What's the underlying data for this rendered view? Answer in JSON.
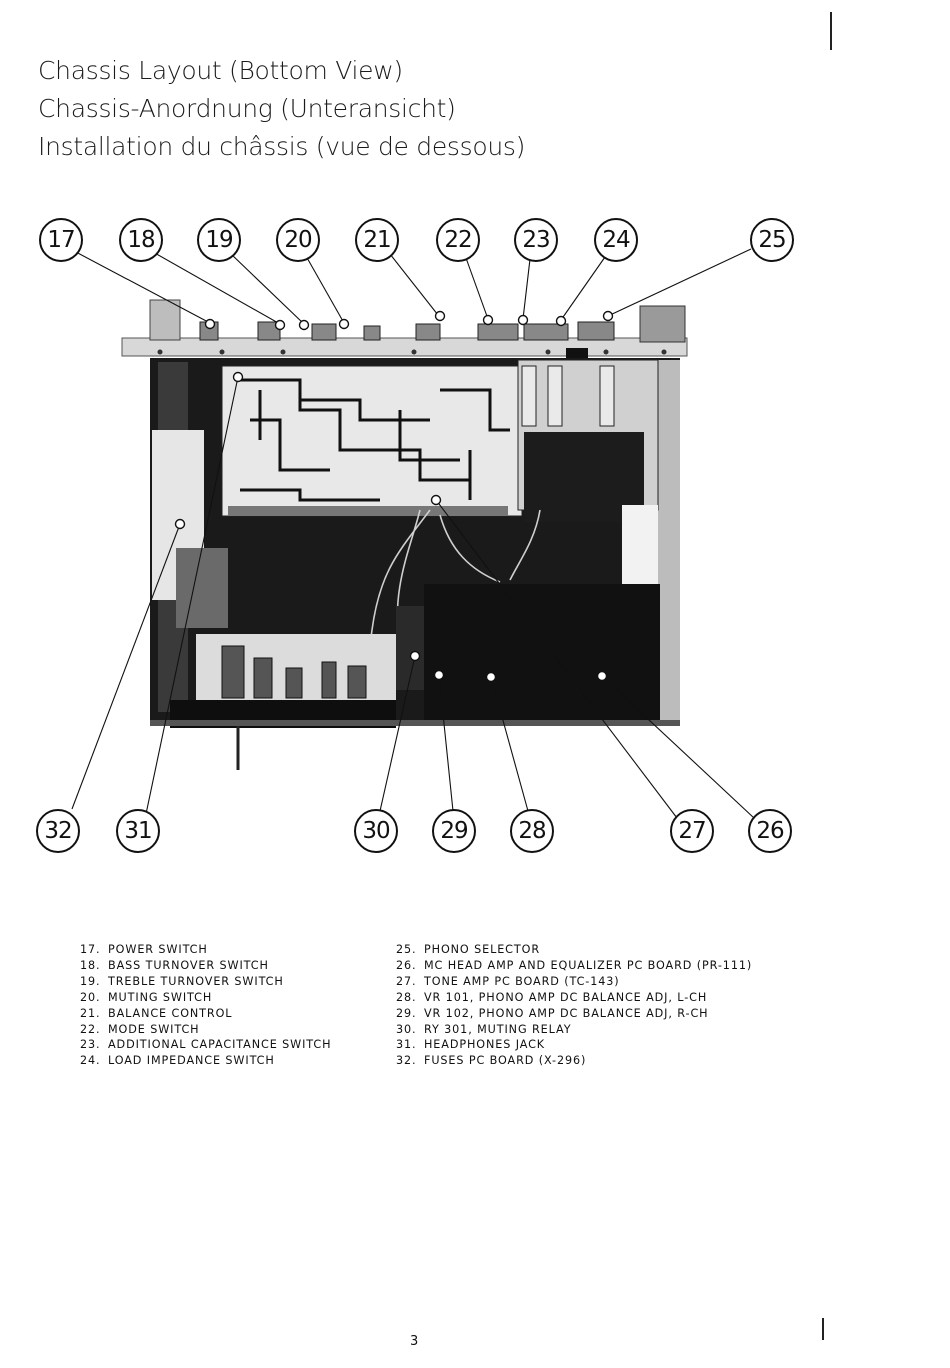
{
  "titles": {
    "english": "Chassis Layout (Bottom View)",
    "german": "Chassis-Anordnung (Unteransicht)",
    "french": "Installation du châssis (vue de dessous)"
  },
  "callouts": {
    "c17": "17",
    "c18": "18",
    "c19": "19",
    "c20": "20",
    "c21": "21",
    "c22": "22",
    "c23": "23",
    "c24": "24",
    "c25": "25",
    "c26": "26",
    "c27": "27",
    "c28": "28",
    "c29": "29",
    "c30": "30",
    "c31": "31",
    "c32": "32"
  },
  "legend_left": [
    {
      "num": "17.",
      "label": "POWER SWITCH"
    },
    {
      "num": "18.",
      "label": "BASS TURNOVER SWITCH"
    },
    {
      "num": "19.",
      "label": "TREBLE TURNOVER SWITCH"
    },
    {
      "num": "20.",
      "label": "MUTING SWITCH"
    },
    {
      "num": "21.",
      "label": "BALANCE CONTROL"
    },
    {
      "num": "22.",
      "label": "MODE SWITCH"
    },
    {
      "num": "23.",
      "label": "ADDITIONAL CAPACITANCE SWITCH"
    },
    {
      "num": "24.",
      "label": "LOAD IMPEDANCE SWITCH"
    }
  ],
  "legend_right": [
    {
      "num": "25.",
      "label": "PHONO SELECTOR"
    },
    {
      "num": "26.",
      "label": "MC HEAD AMP AND EQUALIZER PC BOARD (PR-111)"
    },
    {
      "num": "27.",
      "label": "TONE AMP PC BOARD (TC-143)"
    },
    {
      "num": "28.",
      "label": "VR 101, PHONO AMP DC BALANCE ADJ, L-CH"
    },
    {
      "num": "29.",
      "label": "VR 102, PHONO AMP DC BALANCE ADJ, R-CH"
    },
    {
      "num": "30.",
      "label": "RY 301, MUTING RELAY"
    },
    {
      "num": "31.",
      "label": "HEADPHONES JACK"
    },
    {
      "num": "32.",
      "label": "FUSES PC BOARD (X-296)"
    }
  ],
  "page_number": "3"
}
